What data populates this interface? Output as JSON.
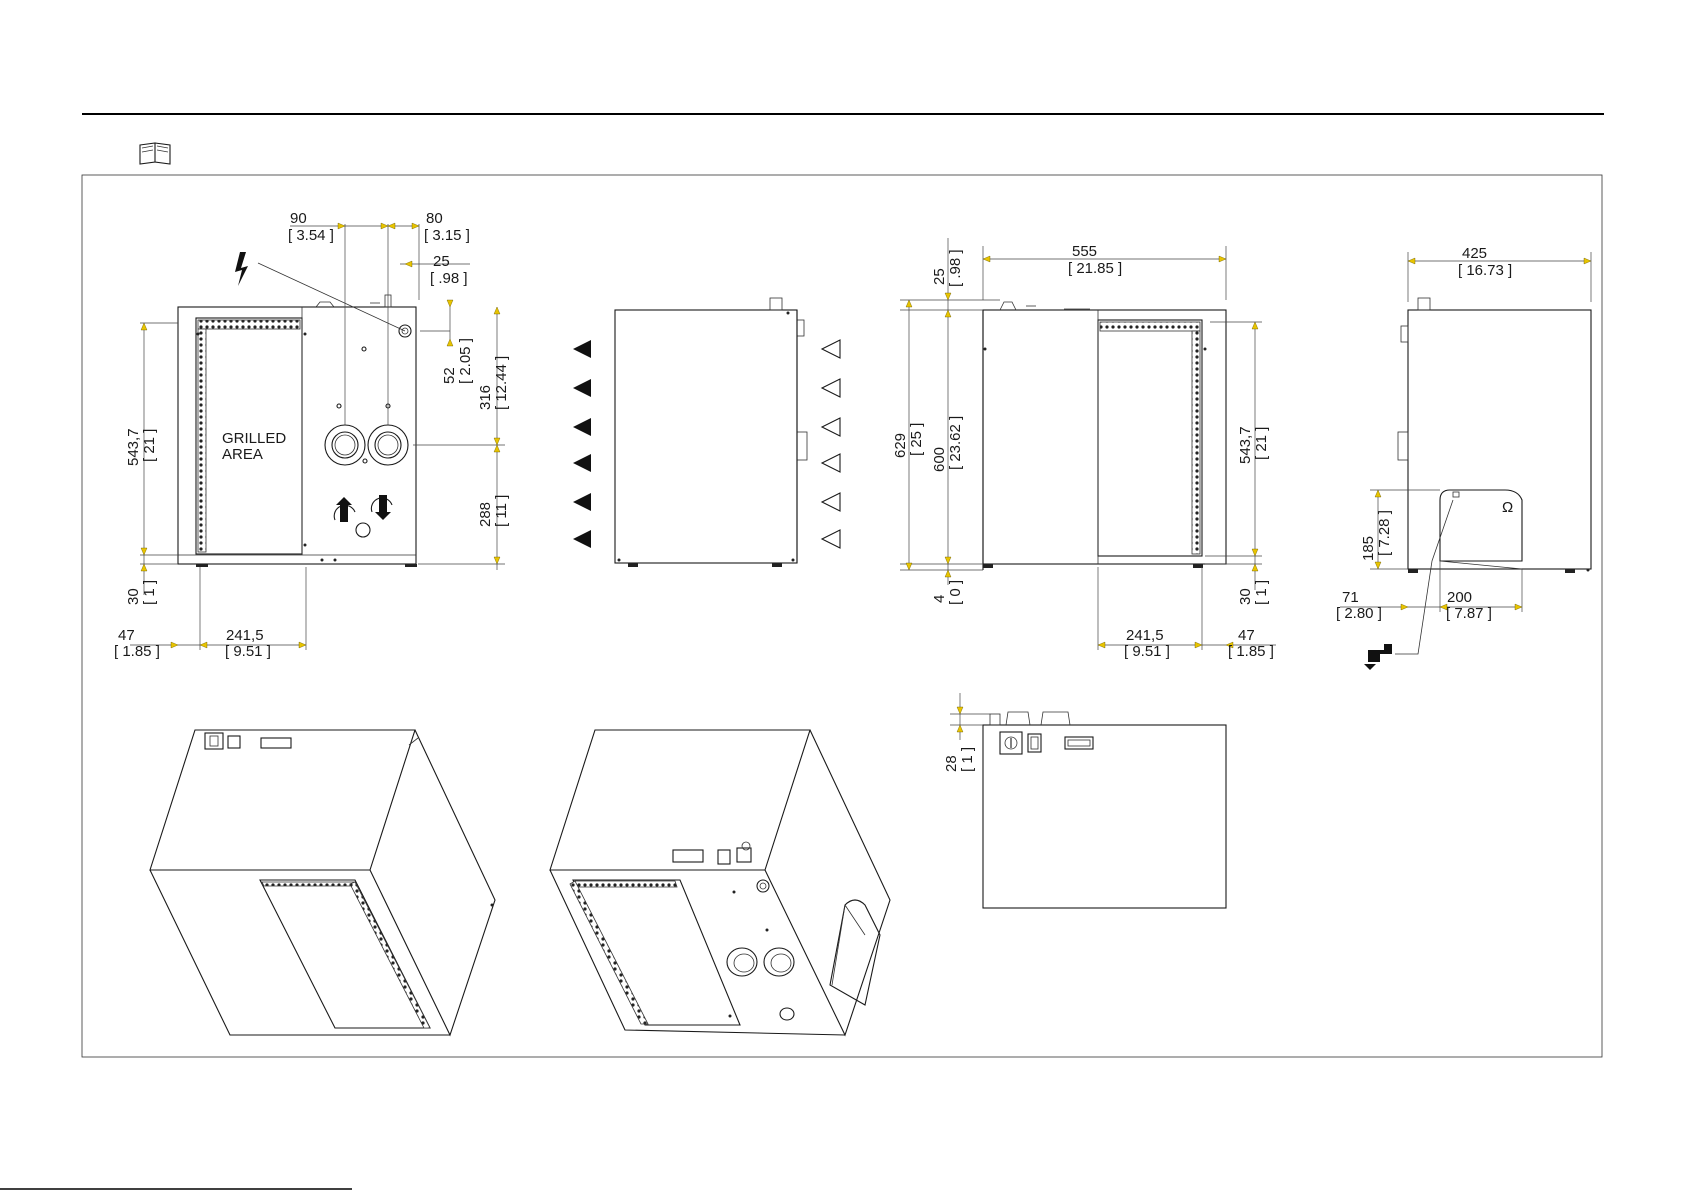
{
  "front_view": {
    "label_grilled": "GRILLED",
    "label_area": "AREA",
    "dims": {
      "w90": "90",
      "w90_in": "[ 3.54 ]",
      "w80": "80",
      "w80_in": "[ 3.15 ]",
      "w25": "25",
      "w25_in": "[ .98 ]",
      "h52": "52",
      "h52_in": "[ 2.05 ]",
      "h316": "316",
      "h316_in": "[ 12.44 ]",
      "h288": "288",
      "h288_in": "[ 11 ]",
      "h5437": "543,7",
      "h5437_in": "[ 21 ]",
      "h30": "30",
      "h30_in": "[ 1 ]",
      "w47": "47",
      "w47_in": "[ 1.85 ]",
      "w2415": "241,5",
      "w2415_in": "[ 9.51 ]"
    }
  },
  "side_view": {
    "dims": {
      "w555": "555",
      "w555_in": "[ 21.85 ]",
      "h25": "25",
      "h25_in": "[ .98 ]",
      "h629": "629",
      "h629_in": "[ 25 ]",
      "h600": "600",
      "h600_in": "[ 23.62 ]",
      "h4": "4",
      "h4_in": "[ 0 ]",
      "h5437": "543,7",
      "h5437_in": "[ 21 ]",
      "h30": "30",
      "h30_in": "[ 1 ]",
      "w2415": "241,5",
      "w2415_in": "[ 9.51 ]",
      "w47": "47",
      "w47_in": "[ 1.85 ]"
    }
  },
  "rear_view": {
    "dims": {
      "w425": "425",
      "w425_in": "[ 16.73 ]",
      "h185": "185",
      "h185_in": "[ 7.28 ]",
      "w71": "71",
      "w71_in": "[ 2.80 ]",
      "w200": "200",
      "w200_in": "[ 7.87 ]"
    }
  },
  "top_view": {
    "dims": {
      "h28": "28",
      "h28_in": "[ 1 ]"
    }
  }
}
